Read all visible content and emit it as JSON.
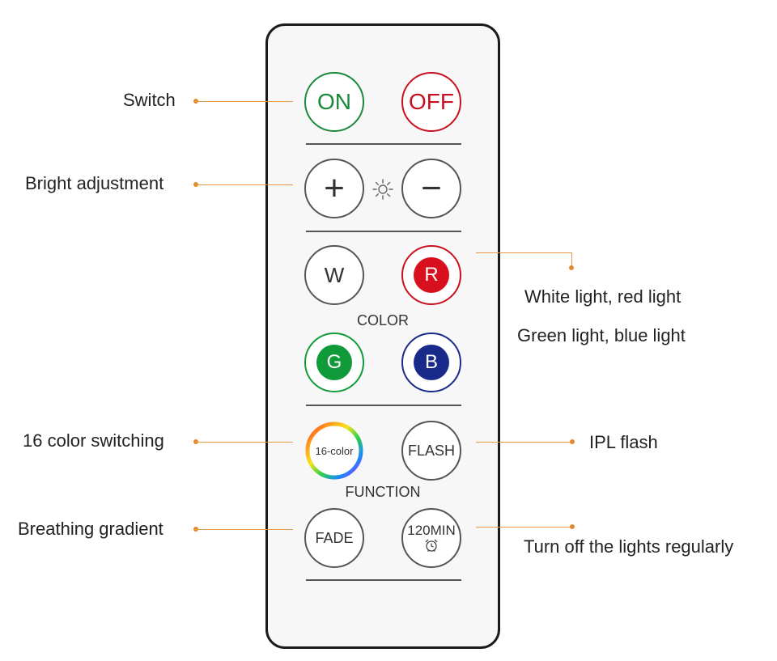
{
  "remote": {
    "switch": {
      "on": "ON",
      "off": "OFF"
    },
    "brightness": {
      "plus": "+",
      "minus": "−"
    },
    "color": {
      "label": "COLOR",
      "white": "W",
      "red": "R",
      "green": "G",
      "blue": "B"
    },
    "function": {
      "label": "FUNCTION",
      "sixteen_color": "16-color",
      "flash": "FLASH",
      "fade": "FADE",
      "timer": "120MIN"
    }
  },
  "callouts": {
    "switch": "Switch",
    "bright": "Bright adjustment",
    "white_red": "White light, red light",
    "green_blue": "Green light, blue light",
    "sixteen_color": "16 color switching",
    "ipl_flash": "IPL flash",
    "breathing": "Breathing gradient",
    "timer": "Turn off the lights regularly"
  },
  "colors": {
    "on": "#1a8a3a",
    "off": "#c8101e",
    "red_fill": "#d8101e",
    "green_fill": "#119a3a",
    "blue_fill": "#1a2a8a",
    "leader": "#e69a4a"
  },
  "icons": [
    "sun-icon",
    "alarm-clock-icon",
    "rainbow-ring-icon"
  ]
}
